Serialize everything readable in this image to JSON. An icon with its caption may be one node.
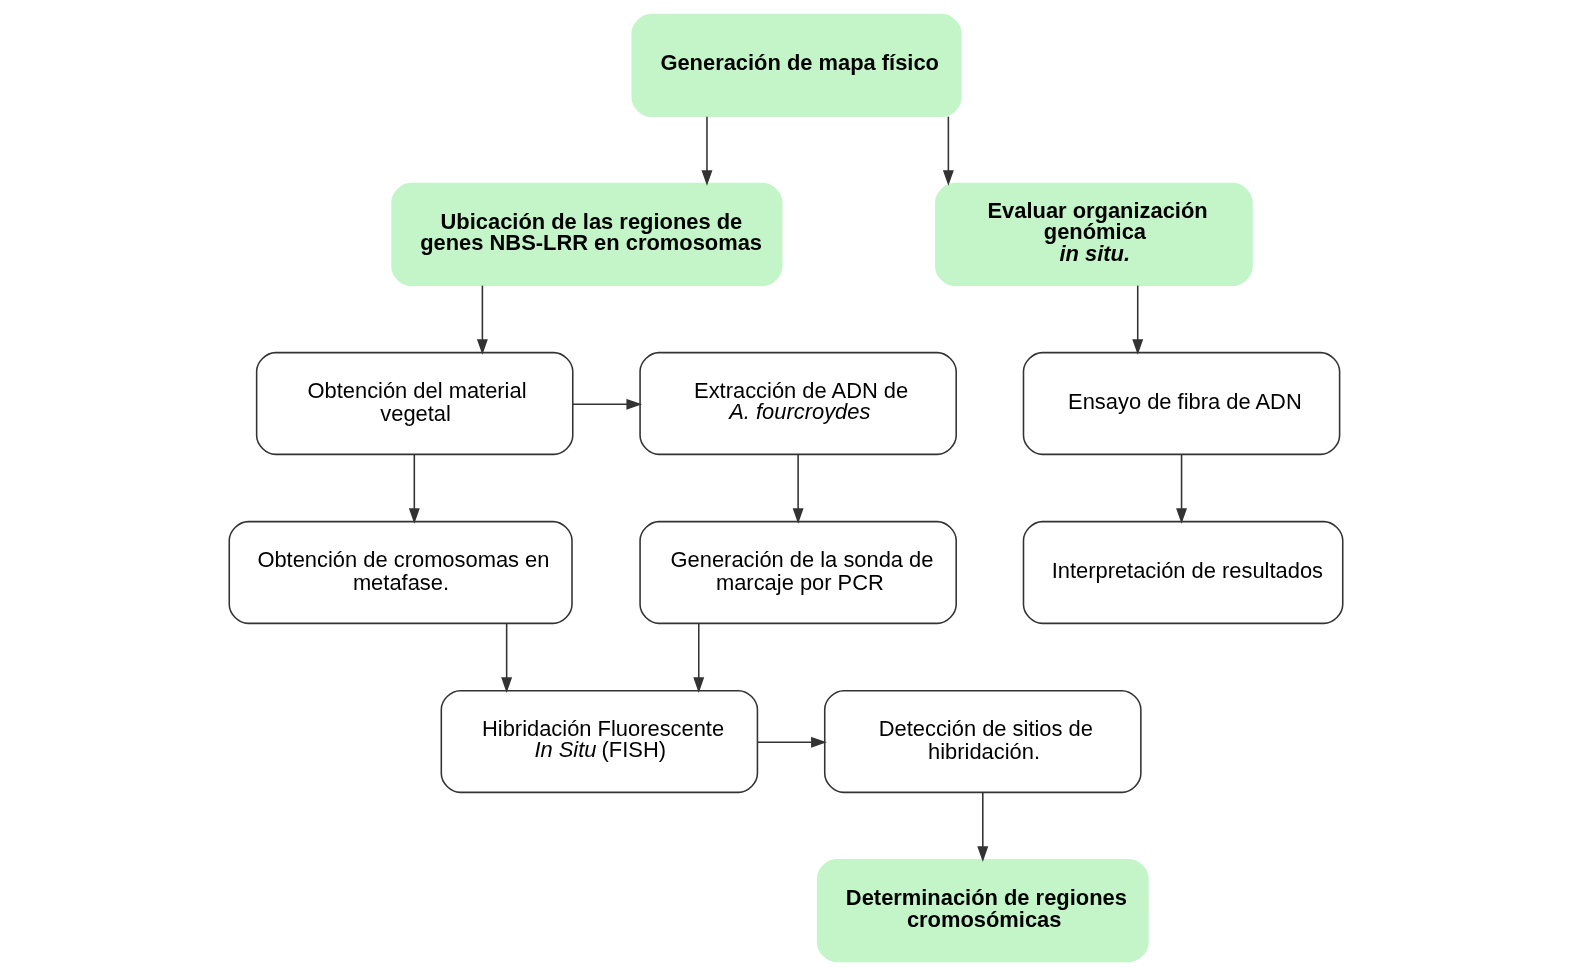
{
  "diagram": {
    "nodes": [
      {
        "text": [
          "Generación de mapa físico"
        ]
      },
      {
        "text": [
          "Ubicación de las regiones de genes NBS-LRR en cromosomas"
        ]
      },
      {
        "text": [
          "Evaluar organización genómica *in situ.*"
        ]
      },
      {
        "text": [
          "Obtención del material vegetal"
        ]
      },
      {
        "text": [
          "Extracción de ADN de *A. fourcroydes*"
        ]
      },
      {
        "text": [
          "Ensayo de fibra de ADN"
        ]
      },
      {
        "text": [
          "Obtención de cromosomas en metafase."
        ]
      },
      {
        "text": [
          "Generación de la sonda de marcaje por PCR"
        ]
      },
      {
        "text": [
          "Interpretación de resultados"
        ]
      },
      {
        "text": [
          "Hibridación Fluorescente *In Situ* (FISH)"
        ]
      },
      {
        "text": [
          "Detección de sitios de hibridación."
        ]
      },
      {
        "text": [
          "Determinación de regiones cromosómicas"
        ]
      }
    ],
    "edges": [
      {
        "from": 0,
        "to": 1,
        "arrow": "to"
      },
      {
        "from": 0,
        "to": 2,
        "arrow": "to"
      },
      {
        "from": 1,
        "to": 3,
        "arrow": "to"
      },
      {
        "from": 3,
        "to": 4,
        "arrow": "to"
      },
      {
        "from": 3,
        "to": 6,
        "arrow": "to"
      },
      {
        "from": 4,
        "to": 7,
        "arrow": "to"
      },
      {
        "from": 2,
        "to": 5,
        "arrow": "to"
      },
      {
        "from": 5,
        "to": 8,
        "arrow": "to"
      },
      {
        "from": 6,
        "to": 9,
        "arrow": "to"
      },
      {
        "from": 7,
        "to": 9,
        "arrow": "to"
      },
      {
        "from": 9,
        "to": 10,
        "arrow": "to"
      },
      {
        "from": 10,
        "to": 11,
        "arrow": "to"
      }
    ]
  }
}
